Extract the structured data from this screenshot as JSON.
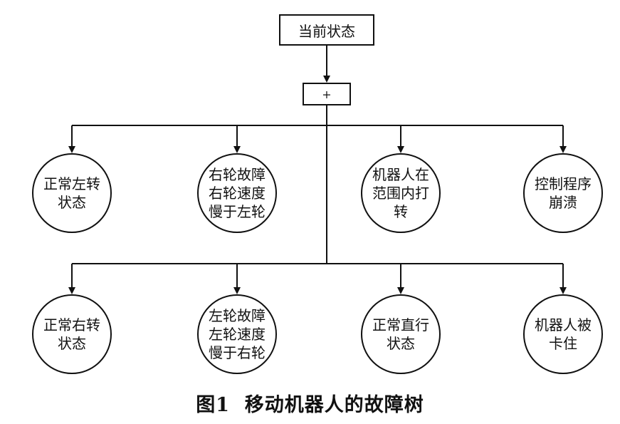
{
  "root": {
    "label": "当前状态"
  },
  "gate": {
    "label": "+"
  },
  "row1": [
    {
      "label": "正常左转状态"
    },
    {
      "label": "右轮故障右轮速度慢于左轮"
    },
    {
      "label": "机器人在范围内打转"
    },
    {
      "label": "控制程序崩溃"
    }
  ],
  "row2": [
    {
      "label": "正常右转状态"
    },
    {
      "label": "左轮故障左轮速度慢于右轮"
    },
    {
      "label": "正常直行状态"
    },
    {
      "label": "机器人被卡住"
    }
  ],
  "caption": {
    "figure": "图1",
    "title": "移动机器人的故障树"
  },
  "colors": {
    "line": "#111111",
    "background": "#ffffff"
  }
}
